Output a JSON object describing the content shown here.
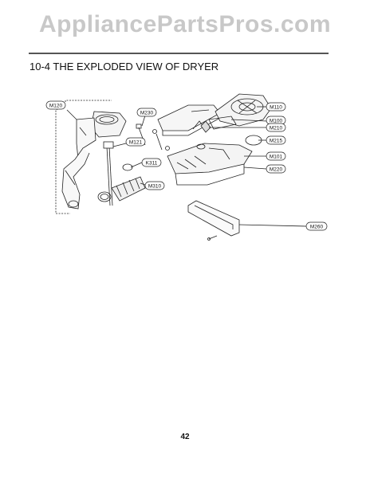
{
  "watermark": "AppliancePartsPros.com",
  "section_title": "10-4 THE EXPLODED VIEW OF DRYER",
  "page_number": "42",
  "part_labels": {
    "m120": "M120",
    "m230": "M230",
    "m121": "M121",
    "k311": "K311",
    "m310": "M310",
    "m110": "M110",
    "m100": "M100",
    "m210": "M210",
    "m215": "M215",
    "m101": "M101",
    "m220": "M220",
    "m260": "M260"
  }
}
